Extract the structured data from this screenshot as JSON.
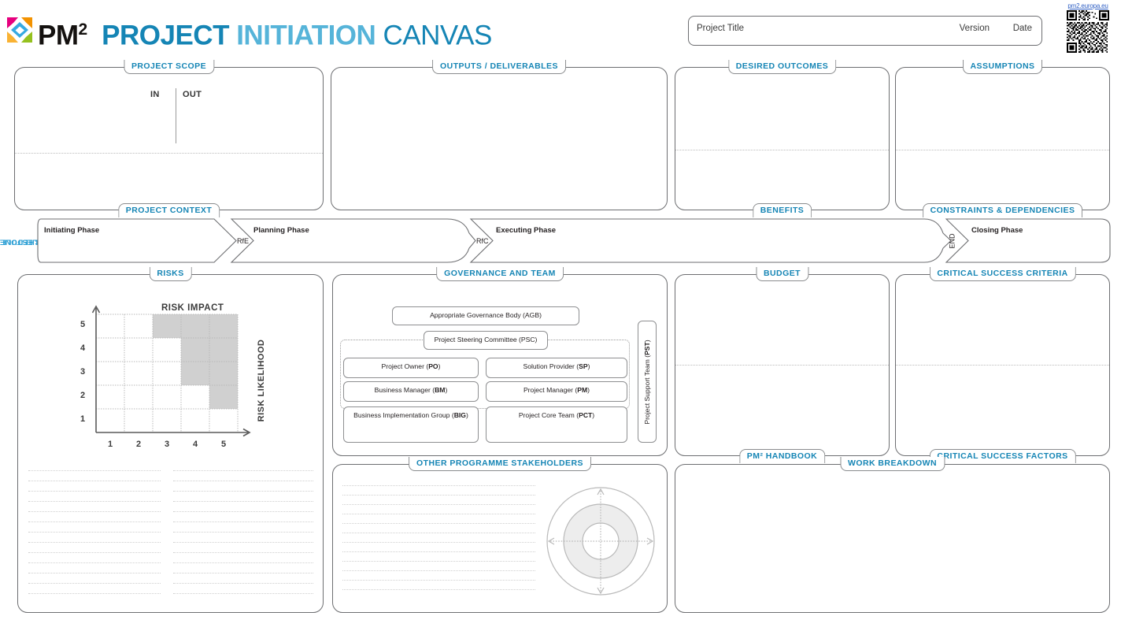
{
  "header": {
    "logo_name": "pm2-pinwheel-logo",
    "title_parts": {
      "pm": "PM",
      "sup": "2",
      "project": "PROJECT",
      "initiation": "INITIATION",
      "canvas": "CANVAS"
    },
    "project_title_label": "Project Title",
    "version_label": "Version",
    "date_label": "Date",
    "qr_link_text": "pm2.europa.eu"
  },
  "colors": {
    "accent_blue": "#1585b5",
    "light_blue": "#56b4d9",
    "milestone_blue": "#2c9fd4",
    "border_gray": "#6d6e71",
    "matrix_gray": "#d0d0d0",
    "dotted_gray": "#cfcfcf",
    "logo_magenta": "#e6007e",
    "logo_orange": "#f39200",
    "logo_yellow": "#f9b233",
    "logo_green": "#95c11f",
    "logo_cyan": "#36a9e1",
    "qr_link_blue": "#2f5fc4"
  },
  "panels": {
    "project_scope": {
      "top_tab": "PROJECT SCOPE",
      "bottom_tab": "PROJECT CONTEXT",
      "in_label": "IN",
      "out_label": "OUT"
    },
    "outputs": {
      "top_tab": "OUTPUTS / DELIVERABLES"
    },
    "desired_outcomes": {
      "top_tab": "DESIRED OUTCOMES",
      "bottom_tab": "BENEFITS"
    },
    "assumptions": {
      "top_tab": "ASSUMPTIONS",
      "bottom_tab": "CONSTRAINTS & DEPENDENCIES"
    },
    "risks": {
      "top_tab": "RISKS"
    },
    "governance": {
      "top_tab": "GOVERNANCE AND TEAM"
    },
    "budget": {
      "top_tab": "BUDGET",
      "bottom_tab": "PM² HANDBOOK"
    },
    "criteria": {
      "top_tab": "CRITICAL SUCCESS CRITERIA",
      "bottom_tab": "CRITICAL SUCCESS FACTORS"
    },
    "stakeholders": {
      "top_tab": "OTHER PROGRAMME STAKEHOLDERS"
    },
    "work_breakdown": {
      "top_tab": "WORK BREAKDOWN"
    }
  },
  "milestone": {
    "label_line1": "MILESTONE",
    "label_line2": "SCHEDULE",
    "phases": [
      {
        "name": "Initiating Phase"
      },
      {
        "name": "Planning Phase"
      },
      {
        "name": "Executing Phase"
      },
      {
        "name": "Closing Phase"
      }
    ],
    "gates": [
      {
        "name": "RfE",
        "orientation": "horizontal"
      },
      {
        "name": "RfC",
        "orientation": "horizontal"
      },
      {
        "name": "END",
        "orientation": "vertical"
      }
    ]
  },
  "chart_data": {
    "type": "heatmap",
    "title": "RISK IMPACT",
    "xlabel": "RISK IMPACT",
    "ylabel": "RISK LIKELIHOOD",
    "x_ticks": [
      "1",
      "2",
      "3",
      "4",
      "5"
    ],
    "y_ticks": [
      "1",
      "2",
      "3",
      "4",
      "5"
    ],
    "xlim": [
      0.5,
      5.5
    ],
    "ylim": [
      0.5,
      5.5
    ],
    "grid": true,
    "legend": "none",
    "cell_states": [
      {
        "likelihood": 5,
        "impacts": [
          0,
          0,
          1,
          1,
          1
        ]
      },
      {
        "likelihood": 4,
        "impacts": [
          0,
          0,
          0,
          1,
          1
        ]
      },
      {
        "likelihood": 3,
        "impacts": [
          0,
          0,
          0,
          1,
          1
        ]
      },
      {
        "likelihood": 2,
        "impacts": [
          0,
          0,
          0,
          0,
          1
        ]
      },
      {
        "likelihood": 1,
        "impacts": [
          0,
          0,
          0,
          0,
          0
        ]
      }
    ],
    "shaded_value": "high-risk",
    "unshaded_value": "acceptable-risk"
  },
  "governance": {
    "agb": "Appropriate Governance Body (AGB)",
    "agb_abbr": "AGB",
    "psc": "Project Steering Committee (PSC)",
    "psc_abbr": "PSC",
    "roles": [
      {
        "full": "Project Owner",
        "abbr": "PO"
      },
      {
        "full": "Solution Provider",
        "abbr": "SP"
      },
      {
        "full": "Business Manager",
        "abbr": "BM"
      },
      {
        "full": "Project Manager",
        "abbr": "PM"
      }
    ],
    "teams": [
      {
        "full": "Business Implementation Group",
        "abbr": "BIG"
      },
      {
        "full": "Project Core Team",
        "abbr": "PCT"
      }
    ],
    "pst": "Project Support Team (PST)",
    "pst_abbr": "PST"
  },
  "stakeholder_diagram": {
    "name": "concentric-circles-diagram",
    "rings": 3,
    "axes": "crosshair-dotted-arrows"
  }
}
